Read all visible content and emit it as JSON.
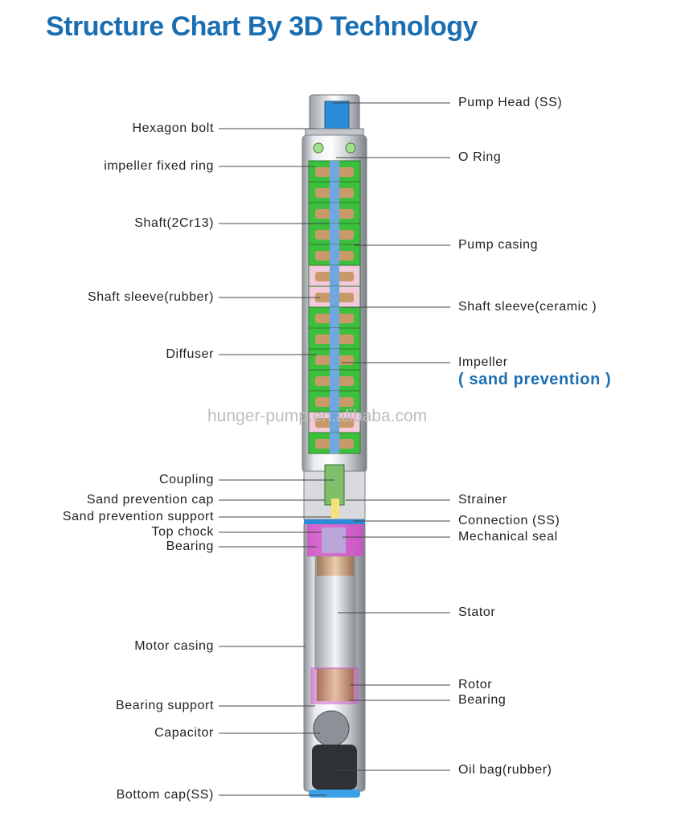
{
  "title": "Structure Chart By 3D Technology",
  "watermark": "hunger-pump.en.alibaba.com",
  "left_labels": [
    {
      "text": "Hexagon bolt",
      "name": "label-hexagon-bolt"
    },
    {
      "text": "impeller fixed ring",
      "name": "label-impeller-fixed-ring"
    },
    {
      "text": "Shaft(2Cr13)",
      "name": "label-shaft"
    },
    {
      "text": "Shaft sleeve(rubber)",
      "name": "label-shaft-sleeve-rubber"
    },
    {
      "text": "Diffuser",
      "name": "label-diffuser"
    },
    {
      "text": "Coupling",
      "name": "label-coupling"
    },
    {
      "text": "Sand prevention cap",
      "name": "label-sand-prevention-cap"
    },
    {
      "text": "Sand prevention support",
      "name": "label-sand-prevention-support"
    },
    {
      "text": "Top chock",
      "name": "label-top-chock"
    },
    {
      "text": "Bearing",
      "name": "label-bearing-upper"
    },
    {
      "text": "Motor casing",
      "name": "label-motor-casing"
    },
    {
      "text": "Bearing support",
      "name": "label-bearing-support"
    },
    {
      "text": "Capacitor",
      "name": "label-capacitor"
    },
    {
      "text": "Bottom cap(SS)",
      "name": "label-bottom-cap"
    }
  ],
  "right_labels": [
    {
      "text": "Pump Head (SS)",
      "name": "label-pump-head"
    },
    {
      "text": "O Ring",
      "name": "label-o-ring"
    },
    {
      "text": "Pump casing",
      "name": "label-pump-casing"
    },
    {
      "text": "Shaft sleeve(ceramic )",
      "name": "label-shaft-sleeve-ceramic"
    },
    {
      "text": "Impeller",
      "name": "label-impeller"
    },
    {
      "text": "( sand prevention )",
      "name": "label-sand-prevention-note"
    },
    {
      "text": "Strainer",
      "name": "label-strainer"
    },
    {
      "text": "Connection (SS)",
      "name": "label-connection"
    },
    {
      "text": "Mechanical seal",
      "name": "label-mechanical-seal"
    },
    {
      "text": "Stator",
      "name": "label-stator"
    },
    {
      "text": "Rotor",
      "name": "label-rotor"
    },
    {
      "text": "Bearing",
      "name": "label-bearing-lower"
    },
    {
      "text": "Oil bag(rubber)",
      "name": "label-oil-bag"
    }
  ],
  "colors": {
    "title": "#1a6fb3",
    "impeller_green": "#3cbf3c",
    "impeller_bronze": "#c89a6a",
    "sleeve_pink": "#f3c9dc",
    "seal_magenta": "#d24fc9",
    "casing_steel": "#c9ccd0",
    "leader_line": "#444444"
  }
}
